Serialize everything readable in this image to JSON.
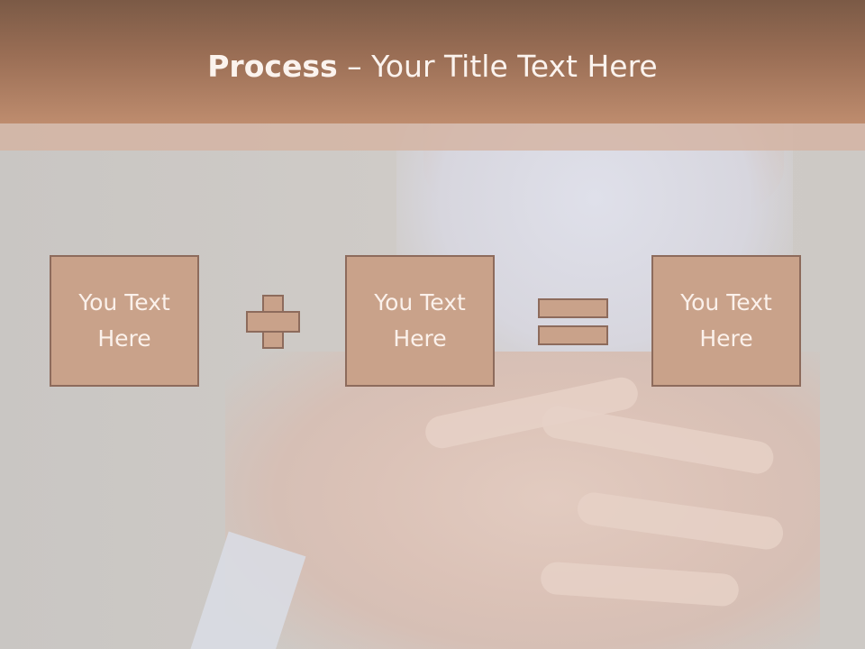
{
  "slide": {
    "title_bold": "Process",
    "title_rest": " – Your Title Text Here",
    "boxes": [
      {
        "text": "You Text\nHere"
      },
      {
        "text": "You Text\nHere"
      },
      {
        "text": "You Text\nHere"
      }
    ],
    "operators": [
      "plus-icon",
      "equals-icon"
    ],
    "colors": {
      "header": "#9a6e55",
      "box_fill": "#c9a28a",
      "box_border": "#8d6b5c",
      "text": "#fbf1eb"
    }
  }
}
